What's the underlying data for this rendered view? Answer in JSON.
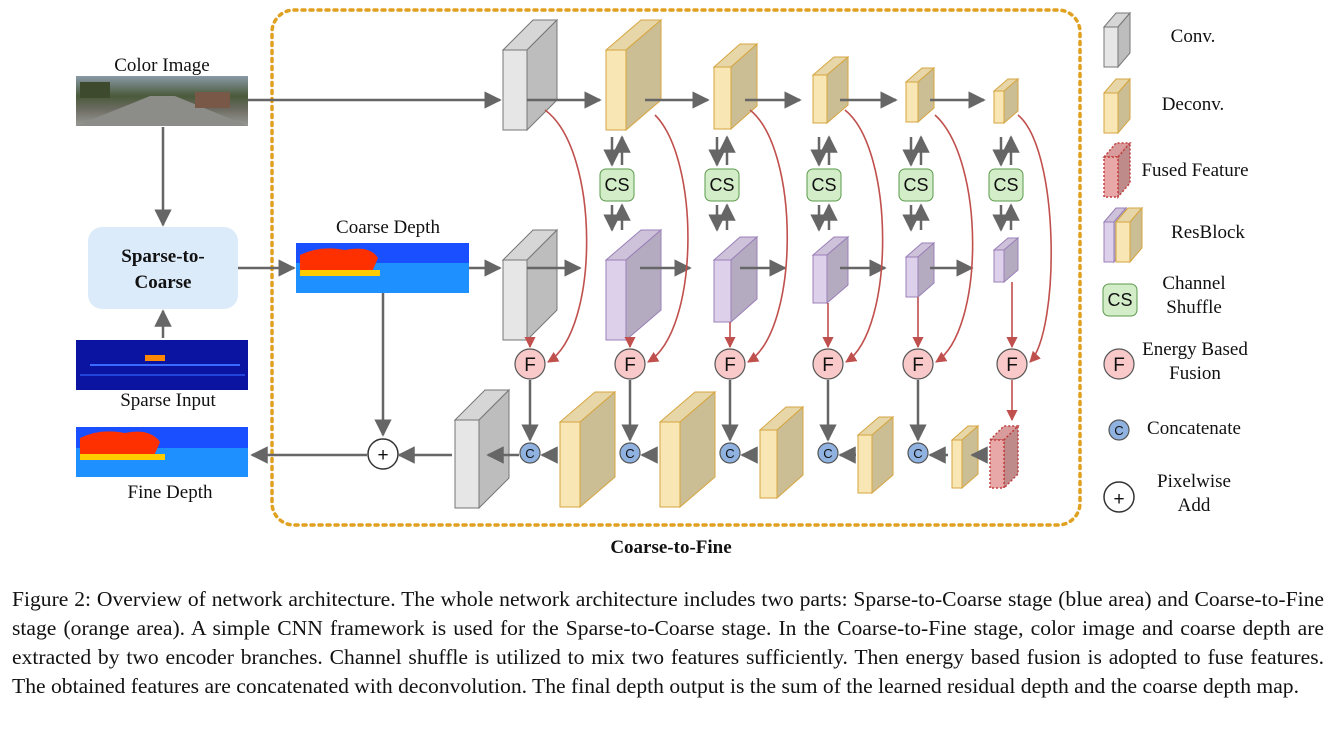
{
  "labels": {
    "color_image": "Color Image",
    "sparse_to_coarse_line1": "Sparse-to-",
    "sparse_to_coarse_line2": "Coarse",
    "sparse_input": "Sparse Input",
    "coarse_depth": "Coarse Depth",
    "fine_depth": "Fine Depth",
    "coarse_to_fine": "Coarse-to-Fine",
    "cs": "CS",
    "fusion": "F",
    "concat": "C",
    "add": "+"
  },
  "legend": {
    "conv": "Conv.",
    "deconv": "Deconv.",
    "fused_feature": "Fused Feature",
    "resblock": "ResBlock",
    "channel_shuffle_line1": "Channel",
    "channel_shuffle_line2": "Shuffle",
    "energy_line1": "Energy Based",
    "energy_line2": "Fusion",
    "concatenate": "Concatenate",
    "pixelwise_line1": "Pixelwise",
    "pixelwise_line2": "Add"
  },
  "caption": "Figure 2: Overview of network architecture. The whole network architecture includes two parts: Sparse-to-Coarse stage (blue area) and Coarse-to-Fine stage (orange area). A simple CNN framework is used for the Sparse-to-Coarse stage. In the Coarse-to-Fine stage, color image and coarse depth are extracted by two encoder branches. Channel shuffle is utilized to mix two features sufficiently. Then energy based fusion is adopted to fuse features. The obtained features are concatenated with deconvolution. The final depth output is the sum of the learned residual depth and the coarse depth map.",
  "colors": {
    "conv": "#e6e6e6",
    "deconv": "#f8e6b5",
    "resblock": "#ddd0ea",
    "fused": "#e8a8a8",
    "cs_fill": "#d4edc9",
    "f_fill": "#f9c9c9",
    "c_fill": "#8fb2e0",
    "orange_border": "#e0a020",
    "blue_area": "#dcebfa",
    "red_arrow": "#c0504d",
    "gray_arrow": "#666666"
  }
}
